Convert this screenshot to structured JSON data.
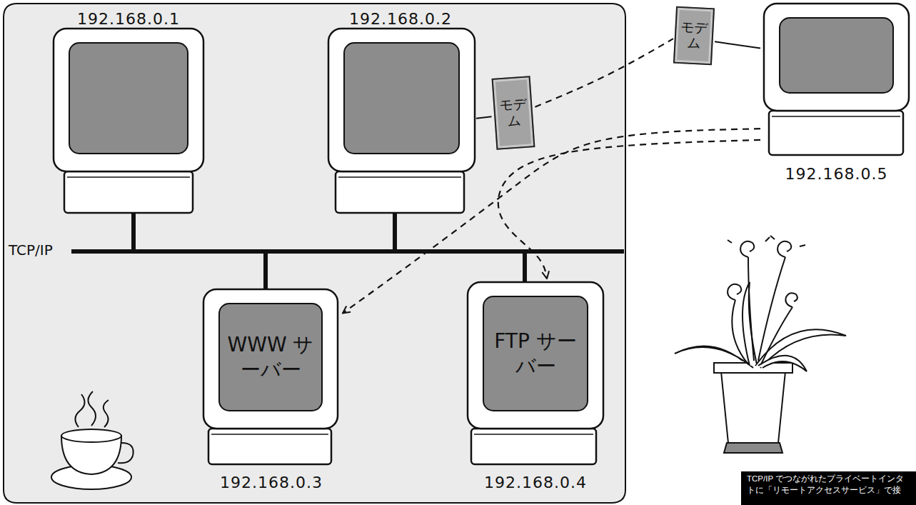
{
  "diagram": {
    "caption": "TCP/IP でつながれたプライベートインタ トに「リモートアクセスサービス」で接",
    "nodes": [
      {
        "text": [
          "192.168.0.1"
        ]
      },
      {
        "text": [
          "192.168.0.2"
        ]
      },
      {
        "text": [
          "モデム"
        ]
      },
      {
        "text": [
          "WWW サーバー",
          "192.168.0.3"
        ]
      },
      {
        "text": [
          "FTP サーバー",
          "192.168.0.4"
        ]
      },
      {
        "text": [
          "モデム"
        ]
      },
      {
        "text": [
          "192.168.0.5"
        ]
      }
    ],
    "edges": [
      {
        "from": 1,
        "to": 2,
        "arrow": "none"
      },
      {
        "from": 6,
        "to": 5,
        "arrow": "none"
      },
      {
        "from": 2,
        "to": 5,
        "arrow": "none"
      },
      {
        "from": 6,
        "to": 3,
        "arrow": "to"
      },
      {
        "from": 6,
        "to": 4,
        "arrow": "to"
      }
    ],
    "labels": [
      "TCP/IP"
    ]
  }
}
